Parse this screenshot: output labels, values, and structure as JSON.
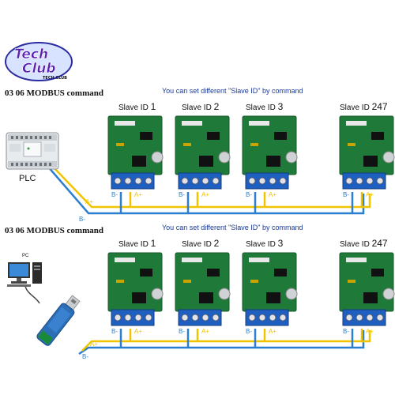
{
  "logo": {
    "text_line1": "Tech",
    "text_line2": "Club",
    "text_line3": "TECH CLUB"
  },
  "sections": [
    {
      "heading": "03 06 MODBUS command",
      "note": "You can set different \"Slave ID\" by command",
      "master": {
        "label": "PLC",
        "icon": "plc-icon"
      },
      "slaves": [
        {
          "prefix": "Slave ID",
          "id": "1"
        },
        {
          "prefix": "Slave ID",
          "id": "2"
        },
        {
          "prefix": "Slave ID",
          "id": "3"
        },
        {
          "prefix": "Slave ID",
          "id": "247"
        }
      ],
      "bus": {
        "a_label": "A+",
        "b_label": "B-"
      }
    },
    {
      "heading": "03 06 MODBUS command",
      "note": "You can set different \"Slave ID\" by command",
      "master": {
        "label": "PC",
        "icon": "pc-icon",
        "adapter_icon": "usb-rs485-adapter-icon"
      },
      "slaves": [
        {
          "prefix": "Slave ID",
          "id": "1"
        },
        {
          "prefix": "Slave ID",
          "id": "2"
        },
        {
          "prefix": "Slave ID",
          "id": "3"
        },
        {
          "prefix": "Slave ID",
          "id": "247"
        }
      ],
      "bus": {
        "a_label": "A+",
        "b_label": "B-"
      }
    }
  ],
  "colors": {
    "board": "#1f7a3a",
    "board_dark": "#145a29",
    "terminal": "#1f5fbf",
    "wire_a": "#f2c400",
    "wire_b": "#2a7fd0",
    "heading": "#111111",
    "note": "#1a3a9a"
  }
}
